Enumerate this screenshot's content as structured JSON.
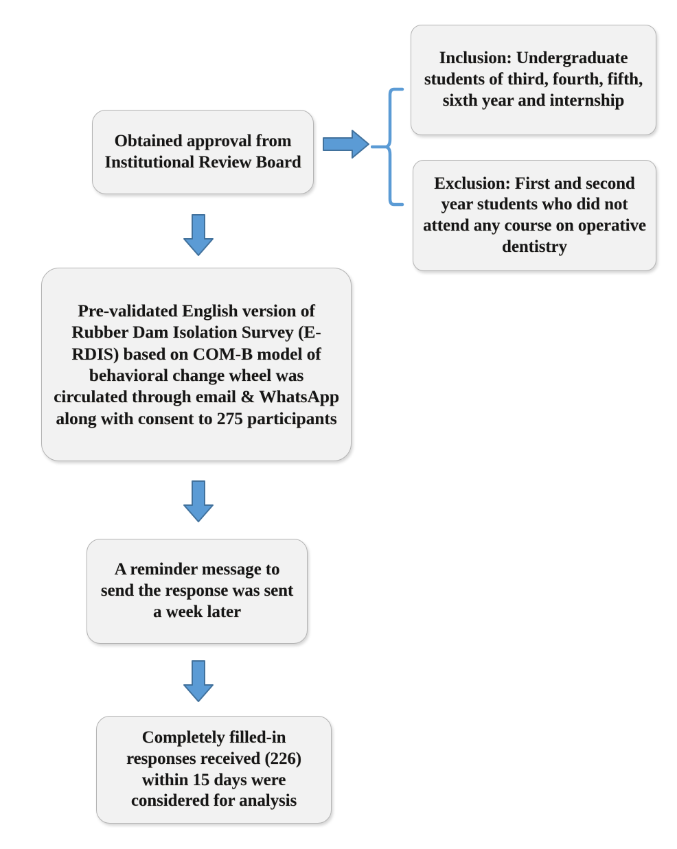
{
  "diagram": {
    "type": "flowchart",
    "title": "Study methodology flowchart",
    "background_color": "#ffffff",
    "node_fill_color": "#f2f2f2",
    "node_border_color": "#b3b3b3",
    "arrow_fill_color": "#5b9bd5",
    "arrow_border_color": "#41719c",
    "brace_color": "#5b9bd5"
  },
  "nodes": {
    "approval": {
      "label": "Obtained approval from Institutional Review Board"
    },
    "inclusion": {
      "label": "Inclusion: Undergraduate students of third, fourth, fifth, sixth year and internship"
    },
    "exclusion": {
      "label": "Exclusion: First and second year students who did not attend any course on operative dentistry"
    },
    "survey": {
      "label": "Pre-validated English version of Rubber Dam Isolation Survey (E-RDIS) based on COM-B model of behavioral change wheel was circulated through email & WhatsApp along with consent to 275 participants"
    },
    "reminder": {
      "label": "A reminder message to send the response was sent a week later"
    },
    "responses": {
      "label": "Completely filled-in responses received (226) within 15 days were considered for analysis"
    }
  },
  "connectors": {
    "approval_to_criteria": "right-arrow",
    "criteria_brace": "left-curly-brace",
    "approval_to_survey": "down-arrow",
    "survey_to_reminder": "down-arrow",
    "reminder_to_responses": "down-arrow"
  }
}
